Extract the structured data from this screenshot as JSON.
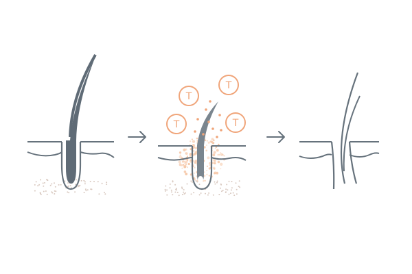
{
  "palette": {
    "line": "#66727c",
    "hair_fill": "#5f6b76",
    "hair_fill_light": "#7a858e",
    "accent": "#f0a57a",
    "dots_grey": "#d9c9c0",
    "inflammation": "#f6c7a7"
  },
  "stages": [
    {
      "name": "healthy-follicle"
    },
    {
      "name": "attacked-follicle"
    },
    {
      "name": "shed-follicle"
    }
  ],
  "arrows": [
    {
      "name": "arrow-1",
      "icon": "arrow-right-icon"
    },
    {
      "name": "arrow-2",
      "icon": "arrow-right-icon"
    }
  ],
  "t_cells": {
    "icon": "t-cell-icon",
    "items": [
      {
        "label": "T"
      },
      {
        "label": "T"
      },
      {
        "label": "T"
      },
      {
        "label": "T"
      }
    ]
  }
}
